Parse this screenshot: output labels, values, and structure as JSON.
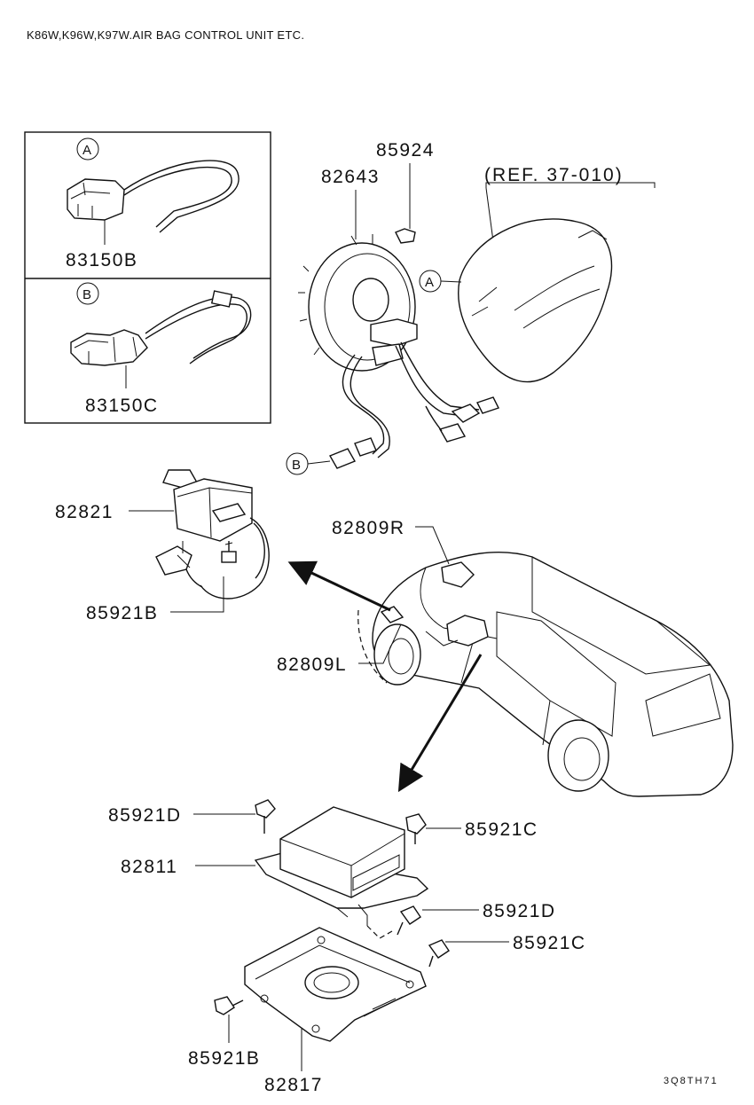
{
  "header": {
    "title": "K86W,K96W,K97W.AIR BAG CONTROL UNIT ETC."
  },
  "footer": {
    "code": "3Q8TH71"
  },
  "reference": {
    "label": "(REF. 37-010)"
  },
  "callouts": {
    "a": "A",
    "b": "B"
  },
  "parts": {
    "p83150b": "83150B",
    "p83150c": "83150C",
    "p82643": "82643",
    "p85924": "85924",
    "p82821": "82821",
    "p85921b_top": "85921B",
    "p82809r": "82809R",
    "p82809l": "82809L",
    "p85921d_top": "85921D",
    "p85921c_top": "85921C",
    "p82811": "82811",
    "p85921d_mid": "85921D",
    "p85921c_mid": "85921C",
    "p85921b_bot": "85921B",
    "p82817": "82817"
  }
}
